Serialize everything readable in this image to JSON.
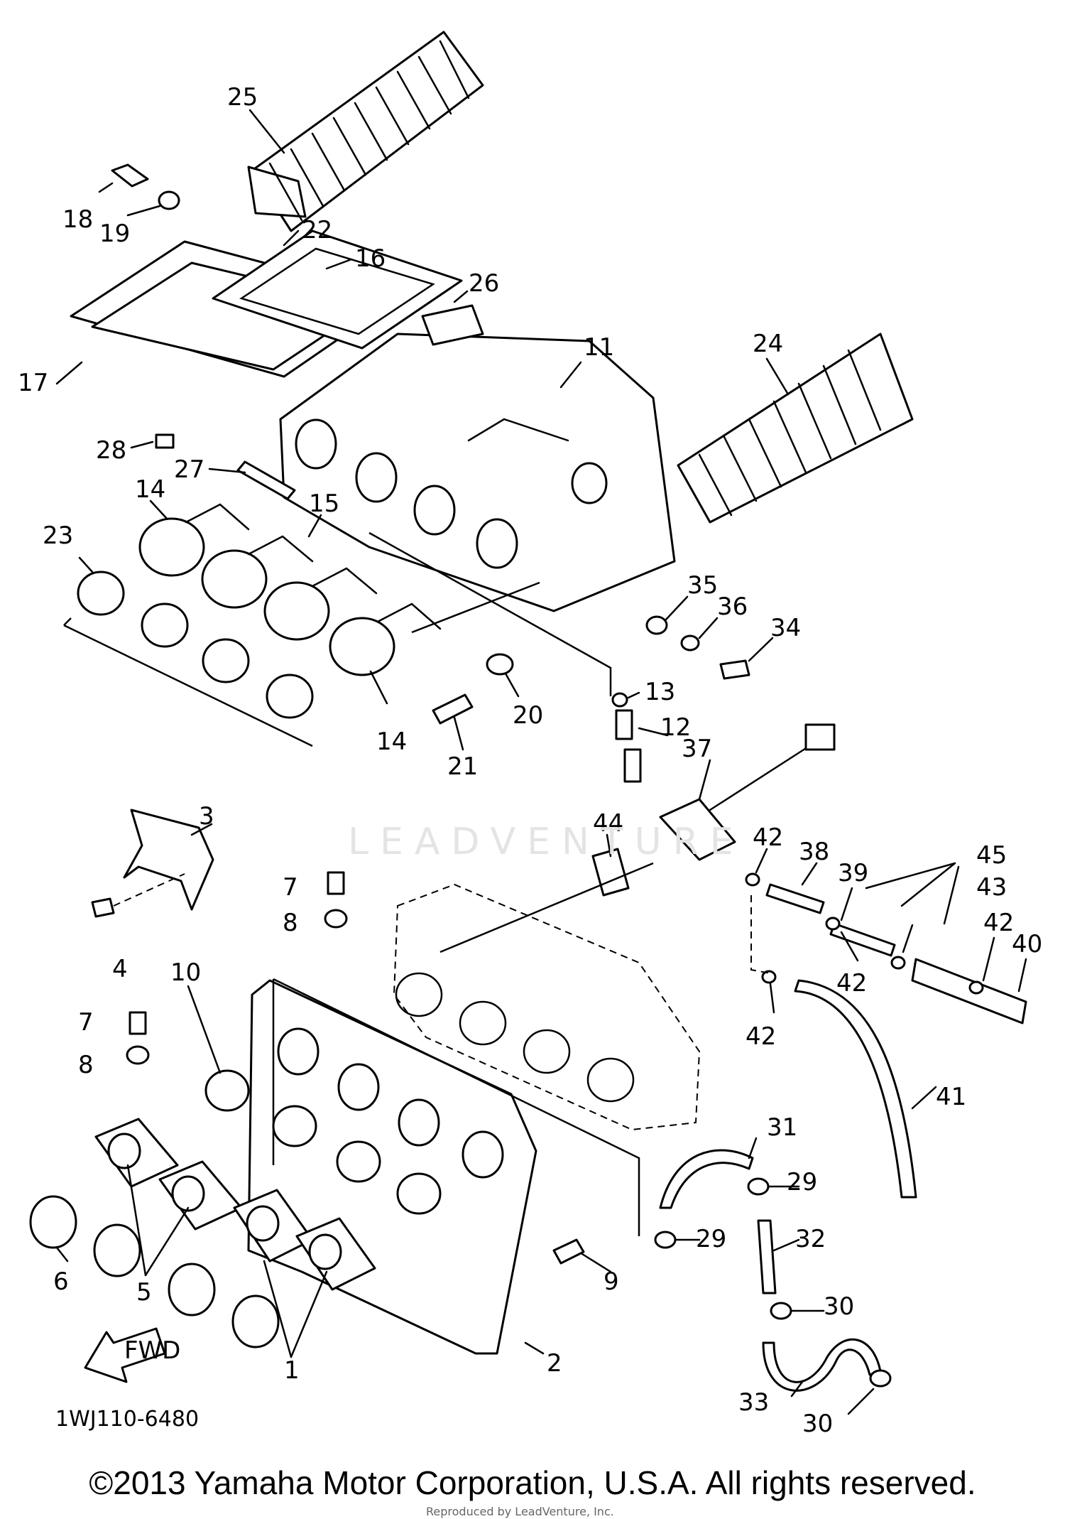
{
  "diagram": {
    "code": "1WJ110-6480",
    "copyright": "©2013 Yamaha Motor Corporation, U.S.A. All rights reserved.",
    "sub_note": "Reproduced by LeadVenture, Inc.",
    "watermark": "LEADVENTURE",
    "fwd_label": "FWD"
  },
  "callouts": [
    {
      "num": "25"
    },
    {
      "num": "18"
    },
    {
      "num": "19"
    },
    {
      "num": "22"
    },
    {
      "num": "16"
    },
    {
      "num": "26"
    },
    {
      "num": "17"
    },
    {
      "num": "11"
    },
    {
      "num": "24"
    },
    {
      "num": "28"
    },
    {
      "num": "27"
    },
    {
      "num": "14"
    },
    {
      "num": "15"
    },
    {
      "num": "23"
    },
    {
      "num": "35"
    },
    {
      "num": "36"
    },
    {
      "num": "34"
    },
    {
      "num": "13"
    },
    {
      "num": "20"
    },
    {
      "num": "12"
    },
    {
      "num": "14"
    },
    {
      "num": "21"
    },
    {
      "num": "37"
    },
    {
      "num": "3"
    },
    {
      "num": "44"
    },
    {
      "num": "42"
    },
    {
      "num": "38"
    },
    {
      "num": "45"
    },
    {
      "num": "39"
    },
    {
      "num": "43"
    },
    {
      "num": "7"
    },
    {
      "num": "8"
    },
    {
      "num": "42"
    },
    {
      "num": "40"
    },
    {
      "num": "4"
    },
    {
      "num": "42"
    },
    {
      "num": "42"
    },
    {
      "num": "7"
    },
    {
      "num": "10"
    },
    {
      "num": "8"
    },
    {
      "num": "41"
    },
    {
      "num": "31"
    },
    {
      "num": "29"
    },
    {
      "num": "6"
    },
    {
      "num": "29"
    },
    {
      "num": "32"
    },
    {
      "num": "5"
    },
    {
      "num": "9"
    },
    {
      "num": "30"
    },
    {
      "num": "2"
    },
    {
      "num": "1"
    },
    {
      "num": "33"
    },
    {
      "num": "30"
    }
  ]
}
